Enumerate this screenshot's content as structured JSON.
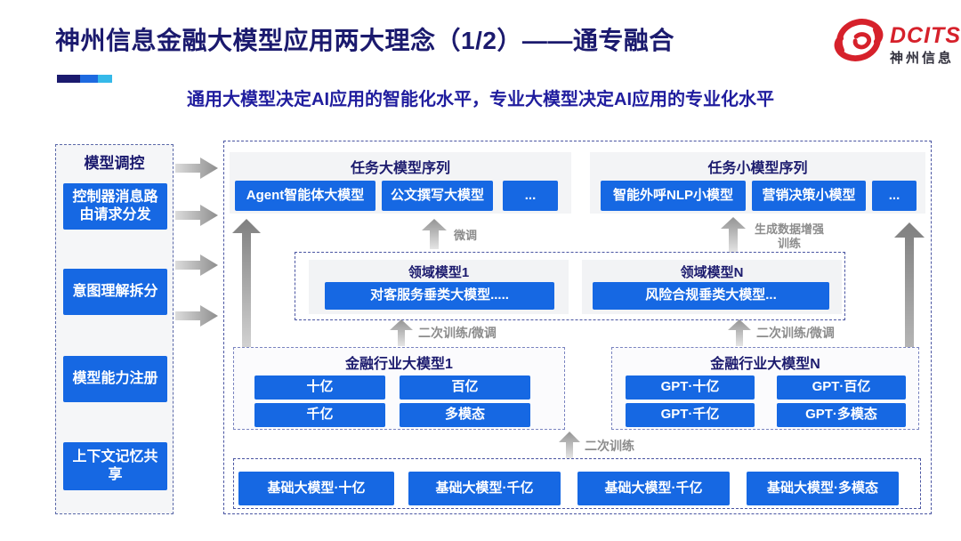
{
  "slide": {
    "title": "神州信息金融大模型应用两大理念（1/2）——通专融合",
    "subtitle": "通用大模型决定AI应用的智能化水平，专业大模型决定AI应用的专业化水平"
  },
  "logo": {
    "brand": "DCITS",
    "brand_cn": "神州信息"
  },
  "colors": {
    "title_navy": "#1b1a6e",
    "subtitle_blue": "#201d9e",
    "box_blue": "#1668e3",
    "logo_red": "#d6212b",
    "label_gray": "#8c8c8c",
    "accent_blue": "#1e6ae0",
    "accent_cyan": "#35b9e9"
  },
  "sidebar": {
    "title": "模型调控",
    "items": [
      "控制器消息路由请求分发",
      "意图理解拆分",
      "模型能力注册",
      "上下文记忆共享"
    ]
  },
  "task_large": {
    "title": "任务大模型序列",
    "items": [
      "Agent智能体大模型",
      "公文撰写大模型",
      "..."
    ]
  },
  "task_small": {
    "title": "任务小模型序列",
    "items": [
      "智能外呼NLP小模型",
      "营销决策小模型",
      "..."
    ]
  },
  "domain_models": [
    {
      "title": "领域模型1",
      "item": "对客服务垂类大模型....."
    },
    {
      "title": "领域模型N",
      "item": "风险合规垂类大模型..."
    }
  ],
  "industry_models": [
    {
      "title": "金融行业大模型1",
      "items": [
        "十亿",
        "百亿",
        "千亿",
        "多模态"
      ]
    },
    {
      "title": "金融行业大模型N",
      "items": [
        "GPT·十亿",
        "GPT·百亿",
        "GPT·千亿",
        "GPT·多模态"
      ]
    }
  ],
  "base_models": [
    "基础大模型·十亿",
    "基础大模型·千亿",
    "基础大模型·千亿",
    "基础大模型·多模态"
  ],
  "flow_labels": {
    "fine_tune": "微调",
    "gen_data_training": "生成数据增强训练",
    "secondary_training_finetune_left": "二次训练/微调",
    "secondary_training_finetune_right": "二次训练/微调",
    "secondary_training": "二次训练"
  }
}
